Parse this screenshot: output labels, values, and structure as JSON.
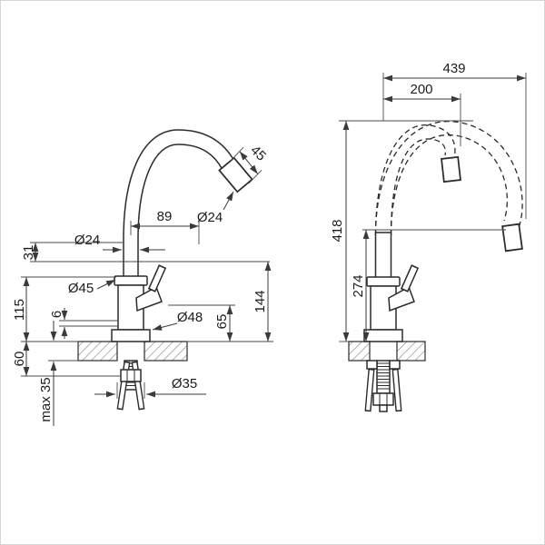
{
  "colors": {
    "line": "#2b2b2b",
    "dimension": "#3a3a3a",
    "background": "#ffffff"
  },
  "dims": {
    "left": {
      "tip_len": "45",
      "reach": "89",
      "spout_dia": "Ø24",
      "pipe_dia": "Ø24",
      "neck": "31",
      "flange_dia": "Ø45",
      "body_h": "115",
      "gap": "6",
      "base_dia": "Ø48",
      "lever_h": "65",
      "outlet_h": "144",
      "under_h": "60",
      "hole_dia": "Ø35",
      "max_thick": "max 35"
    },
    "right": {
      "total_reach": "439",
      "swivel_reach": "200",
      "total_h": "418",
      "outlet_h": "274"
    }
  }
}
